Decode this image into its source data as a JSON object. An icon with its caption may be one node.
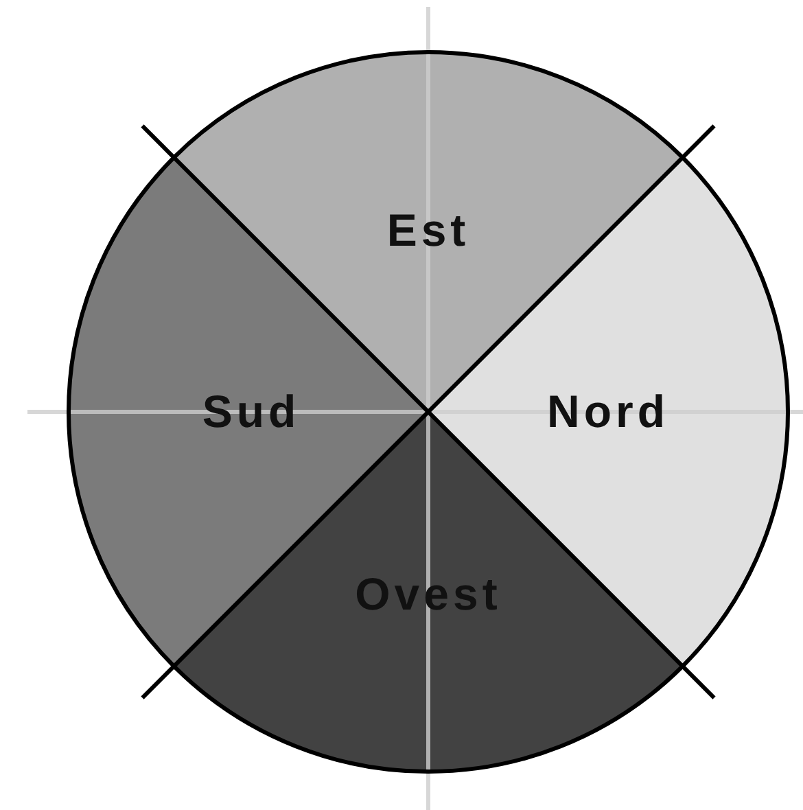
{
  "diagram": {
    "nodes": [
      {
        "text": [
          "Est"
        ]
      },
      {
        "text": [
          "Sud"
        ]
      },
      {
        "text": [
          "Nord"
        ]
      },
      {
        "text": [
          "Ovest"
        ]
      }
    ],
    "edges": []
  }
}
